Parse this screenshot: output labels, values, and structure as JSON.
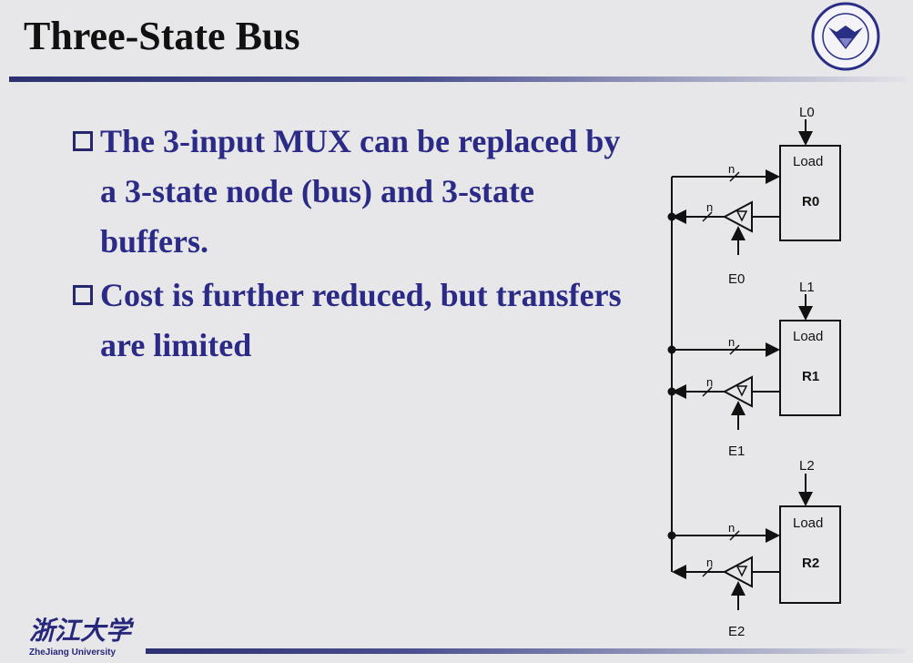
{
  "slide": {
    "title": "Three-State Bus",
    "bullets": [
      "The 3-input MUX can be replaced by a 3-state node (bus) and 3-state buffers.",
      "Cost is further reduced, but transfers are limited"
    ]
  },
  "diagram": {
    "registers": [
      {
        "name": "R0",
        "load_label": "Load",
        "load_signal": "L0",
        "enable_signal": "E0",
        "width_label": "n"
      },
      {
        "name": "R1",
        "load_label": "Load",
        "load_signal": "L1",
        "enable_signal": "E1",
        "width_label": "n"
      },
      {
        "name": "R2",
        "load_label": "Load",
        "load_signal": "L2",
        "enable_signal": "E2",
        "width_label": "n"
      }
    ]
  },
  "branding": {
    "logo_cn": "浙江大学",
    "logo_en": "ZheJiang University",
    "accent_color": "#2b2a86"
  }
}
